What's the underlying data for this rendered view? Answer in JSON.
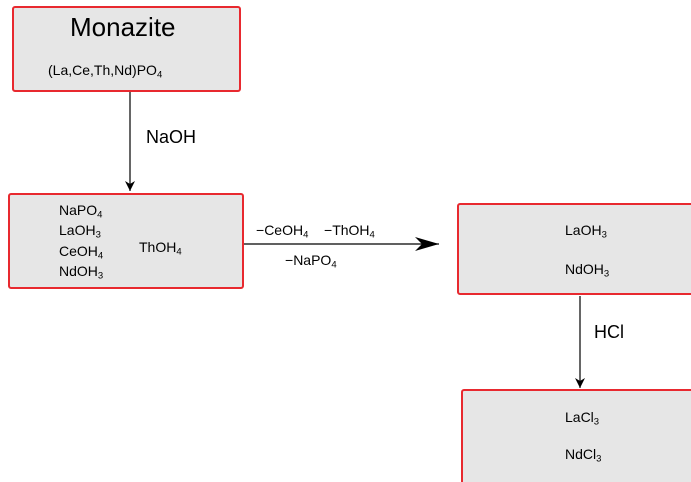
{
  "colors": {
    "box_border": "#e8292f",
    "box_fill": "#e6e6e6",
    "arrow": "#000000"
  },
  "nodes": {
    "monazite": {
      "title": "Monazite",
      "formula": {
        "main": "(La,Ce,Th,Nd)PO",
        "sub": "4"
      }
    },
    "intermediate": {
      "items": [
        {
          "main": "NaPO",
          "sub": "4"
        },
        {
          "main": "LaOH",
          "sub": "3"
        },
        {
          "main": "CeOH",
          "sub": "4"
        },
        {
          "main": "NdOH",
          "sub": "3"
        }
      ],
      "side_item": {
        "main": "ThOH",
        "sub": "4"
      }
    },
    "hydroxides": {
      "items": [
        {
          "main": "LaOH",
          "sub": "3"
        },
        {
          "main": "NdOH",
          "sub": "3"
        }
      ]
    },
    "chlorides": {
      "items": [
        {
          "main": "LaCl",
          "sub": "3"
        },
        {
          "main": "NdCl",
          "sub": "3"
        }
      ]
    }
  },
  "edges": {
    "naoh": {
      "label": "NaOH"
    },
    "separation": {
      "removed_top": [
        {
          "prefix": "−",
          "main": "CeOH",
          "sub": "4"
        },
        {
          "prefix": "−",
          "main": "ThOH",
          "sub": "4"
        }
      ],
      "removed_bottom": {
        "prefix": "−",
        "main": "NaPO",
        "sub": "4"
      }
    },
    "hcl": {
      "label": "HCl"
    }
  }
}
